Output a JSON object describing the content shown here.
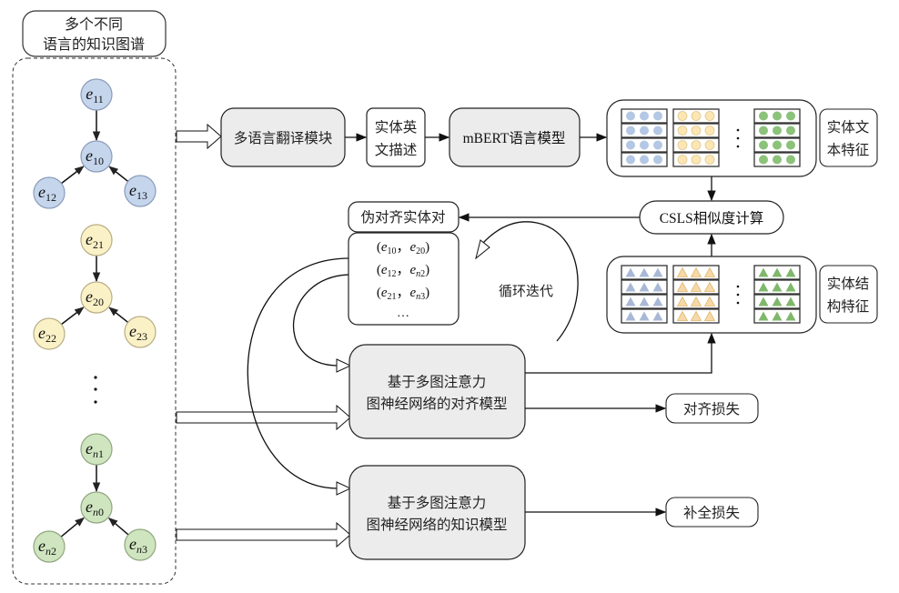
{
  "title_box": {
    "line1": "多个不同",
    "line2": "语言的知识图谱"
  },
  "graphs": [
    {
      "name": "kg1",
      "color": "#c5d5ec",
      "stroke": "#8a9cba",
      "center": {
        "base": "e",
        "sub": "10"
      },
      "top": {
        "base": "e",
        "sub": "11"
      },
      "left": {
        "base": "e",
        "sub": "12"
      },
      "right": {
        "base": "e",
        "sub": "13"
      }
    },
    {
      "name": "kg2",
      "color": "#fbf1c7",
      "stroke": "#b8ad85",
      "center": {
        "base": "e",
        "sub": "20"
      },
      "top": {
        "base": "e",
        "sub": "21"
      },
      "left": {
        "base": "e",
        "sub": "22"
      },
      "right": {
        "base": "e",
        "sub": "23"
      }
    },
    {
      "name": "kgn",
      "color": "#cfe5bf",
      "stroke": "#8fa57f",
      "center": {
        "base": "e",
        "sub_italic": "n",
        "sub": "0"
      },
      "top": {
        "base": "e",
        "sub_italic": "n",
        "sub": "1"
      },
      "left": {
        "base": "e",
        "sub_italic": "n",
        "sub": "2"
      },
      "right": {
        "base": "e",
        "sub_italic": "n",
        "sub": "3"
      }
    }
  ],
  "ellipsis_vertical": "⋮",
  "modules": {
    "translation": "多语言翻译模块",
    "entity_desc_line1": "实体英",
    "entity_desc_line2": "文描述",
    "mbert": "mBERT语言模型",
    "text_feature_line1": "实体文",
    "text_feature_line2": "本特征",
    "csls": "CSLS相似度计算",
    "struct_feature_line1": "实体结",
    "struct_feature_line2": "构特征",
    "pseudo_pairs_title": "伪对齐实体对",
    "iteration": "循环迭代",
    "align_model_line1": "基于多图注意力",
    "align_model_line2": "图神经网络的对齐模型",
    "knowledge_model_line1": "基于多图注意力",
    "knowledge_model_line2": "图神经网络的知识模型",
    "align_loss": "对齐损失",
    "completion_loss": "补全损失"
  },
  "pseudo_pairs": [
    {
      "a_sub": "10",
      "b_sub": "20",
      "b_italic": ""
    },
    {
      "a_sub": "12",
      "b_sub": "2",
      "b_italic": "n"
    },
    {
      "a_sub": "21",
      "b_sub": "3",
      "b_italic": "n"
    }
  ],
  "pseudo_pairs_more": "…",
  "feature_colors": {
    "blue": "#b4c7e4",
    "yellow": "#fbe6b4",
    "green": "#8cc27a",
    "blue_tri": "#a9b8d6",
    "yellow_tri": "#f6d9a8",
    "green_tri": "#7fb86b"
  }
}
